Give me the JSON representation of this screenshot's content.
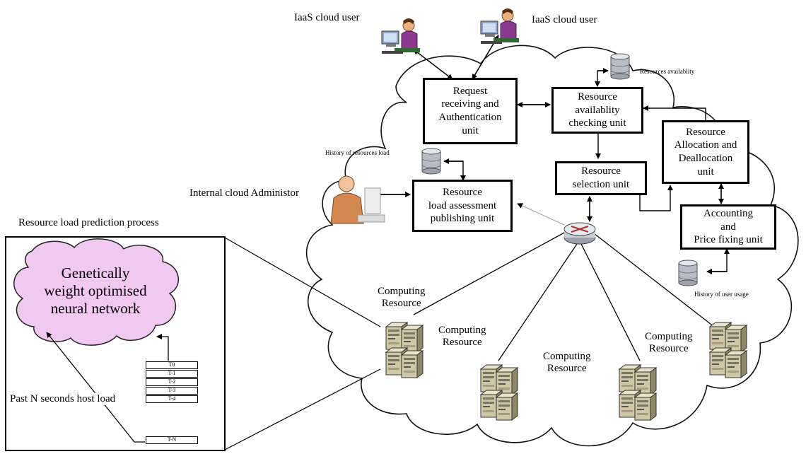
{
  "users": {
    "left_label": "IaaS cloud user",
    "right_label": "IaaS cloud user"
  },
  "units": {
    "request": "Request\nreceiving and\nAuthentication\nunit",
    "availability": "Resource\navailablity\nchecking unit",
    "allocation": "Resource\nAllocation and\nDeallocation\nunit",
    "selection": "Resource\nselection unit",
    "load": "Resource\nload assessment\npublishing unit",
    "accounting": "Accounting\nand\nPrice fixing unit"
  },
  "databases": {
    "availability": "Resources availablity",
    "history_load": "History of resources load",
    "history_usage": "History of user usage"
  },
  "admin": {
    "label": "Internal cloud Administor"
  },
  "prediction": {
    "title": "Resource load prediction process",
    "cloud_text": "Genetically\nweight optimised\nneural network",
    "past_label": "Past N seconds host load",
    "stack": [
      "T0",
      "T-1",
      "T-2",
      "T-3",
      "T-4"
    ],
    "stack_last": "T-N"
  },
  "computing": [
    "Computing\nResource",
    "Computing\nResource",
    "Computing\nResource",
    "Computing\nResource"
  ]
}
